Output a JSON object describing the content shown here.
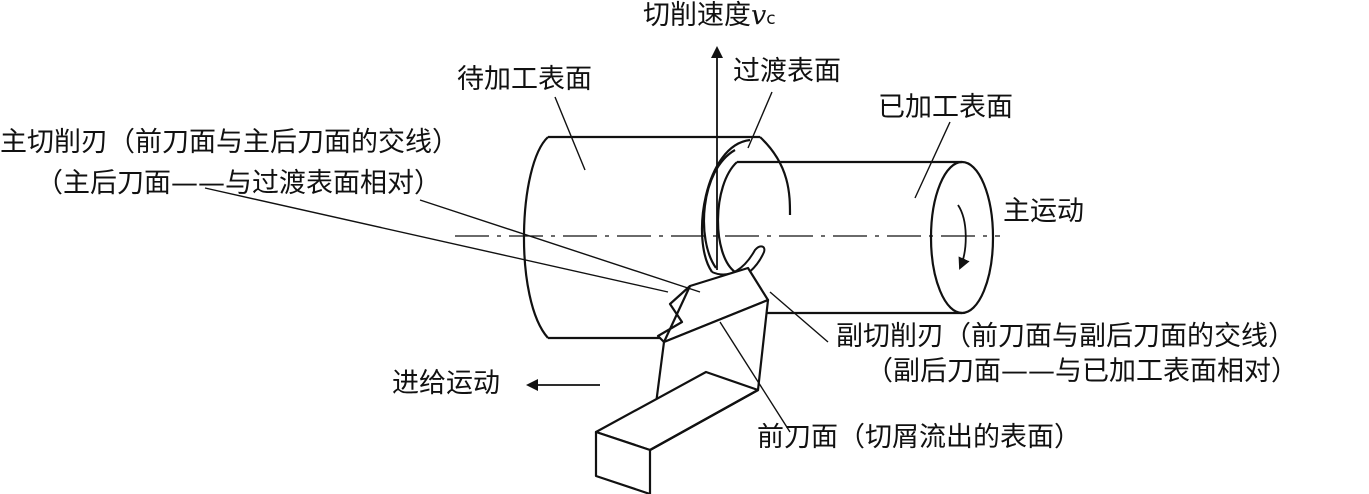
{
  "labels": {
    "cutting_speed": "切削速度",
    "cutting_speed_symbol": "v",
    "cutting_speed_subscript": "c",
    "transition_surface": "过渡表面",
    "surface_to_be_machined": "待加工表面",
    "machined_surface": "已加工表面",
    "main_edge_line1": "主切削刃（前刀面与主后刀面的交线）",
    "main_edge_line2": "（主后刀面——与过渡表面相对）",
    "main_motion": "主运动",
    "minor_edge_line1": "副切削刃（前刀面与副后刀面的交线）",
    "minor_edge_line2": "（副后刀面——与已加工表面相对）",
    "feed_motion": "进给运动",
    "rake_face": "前刀面（切屑流出的表面）"
  },
  "colors": {
    "line": "#111111",
    "background": "#ffffff"
  }
}
